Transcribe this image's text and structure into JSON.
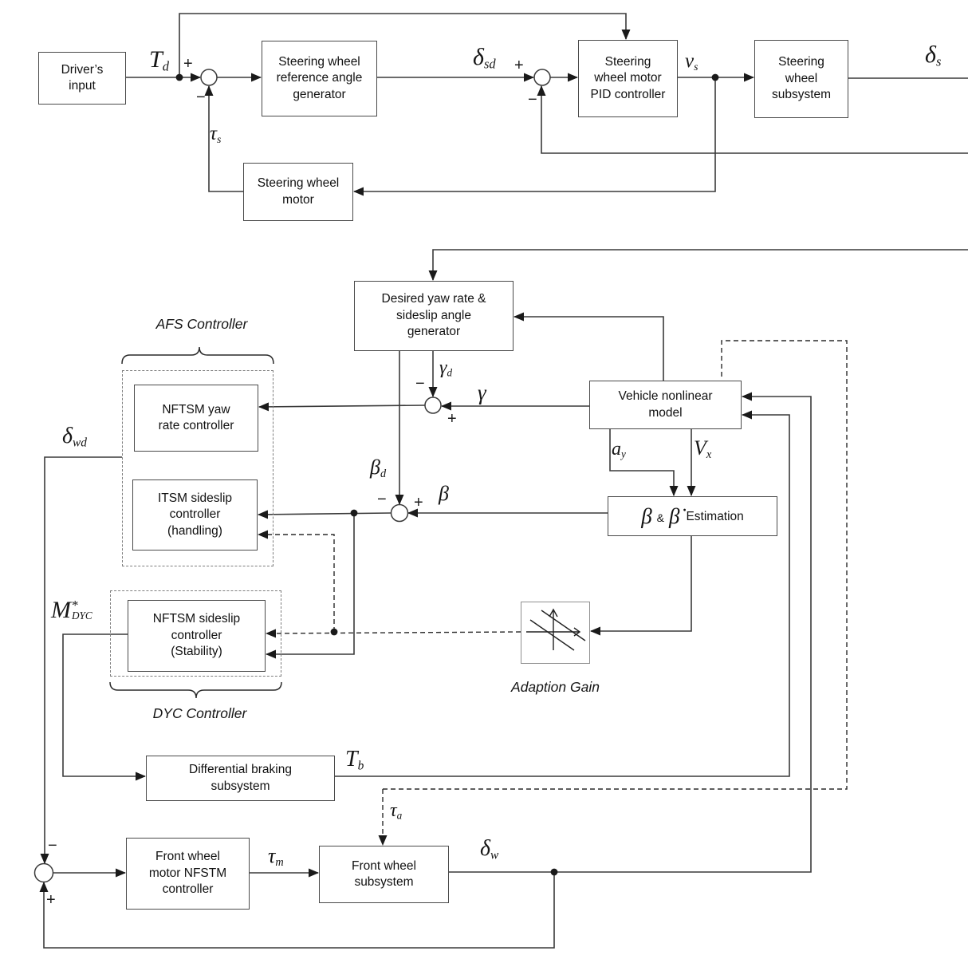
{
  "boxes": {
    "drivers_input": "Driver’s\ninput",
    "ref_angle_gen": "Steering wheel\nreference angle\ngenerator",
    "pid_controller": "Steering\nwheel motor\nPID controller",
    "sw_subsystem": "Steering\nwheel\nsubsystem",
    "sw_motor": "Steering wheel\nmotor",
    "desired_gen": "Desired yaw rate &\nsideslip angle\ngenerator",
    "vehicle_model": "Vehicle nonlinear\nmodel",
    "nftsm_yaw": "NFTSM yaw\nrate controller",
    "itsm_sideslip": "ITSM sideslip\ncontroller\n(handling)",
    "nftsm_stability": "NFTSM sideslip\ncontroller\n(Stability)",
    "diff_braking": "Differential braking\nsubsystem",
    "fw_motor_ctrl": "Front wheel\nmotor NFSTM\ncontroller",
    "fw_subsystem": "Front wheel\nsubsystem"
  },
  "estimation": {
    "beta": "β",
    "amp": "&",
    "beta_dot": "β̇",
    "word": "Estimation"
  },
  "groups": {
    "afs": "AFS Controller",
    "dyc": "DYC Controller",
    "adaption": "Adaption Gain"
  },
  "signs": {
    "plus": "+",
    "minus": "−"
  },
  "signals": {
    "td": {
      "main": "T",
      "sub": "d"
    },
    "tau_s": {
      "main": "τ",
      "sub": "s"
    },
    "delta_sd": {
      "main": "δ",
      "sub": "sd"
    },
    "v_s": {
      "main": "v",
      "sub": "s"
    },
    "delta_s": {
      "main": "δ",
      "sub": "s"
    },
    "gamma_d": {
      "main": "γ",
      "sub": "d"
    },
    "gamma": {
      "main": "γ"
    },
    "beta_d": {
      "main": "β",
      "sub": "d"
    },
    "beta": {
      "main": "β"
    },
    "a_y": {
      "main": "a",
      "sub": "y"
    },
    "v_x": {
      "main": "V",
      "sub": "x"
    },
    "delta_wd": {
      "main": "δ",
      "sub": "wd"
    },
    "m_dyc": {
      "main": "M",
      "sup": "*",
      "sub": "DYC"
    },
    "t_b": {
      "main": "T",
      "sub": "b"
    },
    "tau_m": {
      "main": "τ",
      "sub": "m"
    },
    "tau_a": {
      "main": "τ",
      "sub": "a"
    },
    "delta_w": {
      "main": "δ",
      "sub": "w"
    }
  },
  "palette": {
    "background": "#ffffff",
    "line": "#3a3a3a",
    "box_border": "#4a4a4a",
    "dashed_border": "#7e7e7e",
    "text": "#111111"
  }
}
